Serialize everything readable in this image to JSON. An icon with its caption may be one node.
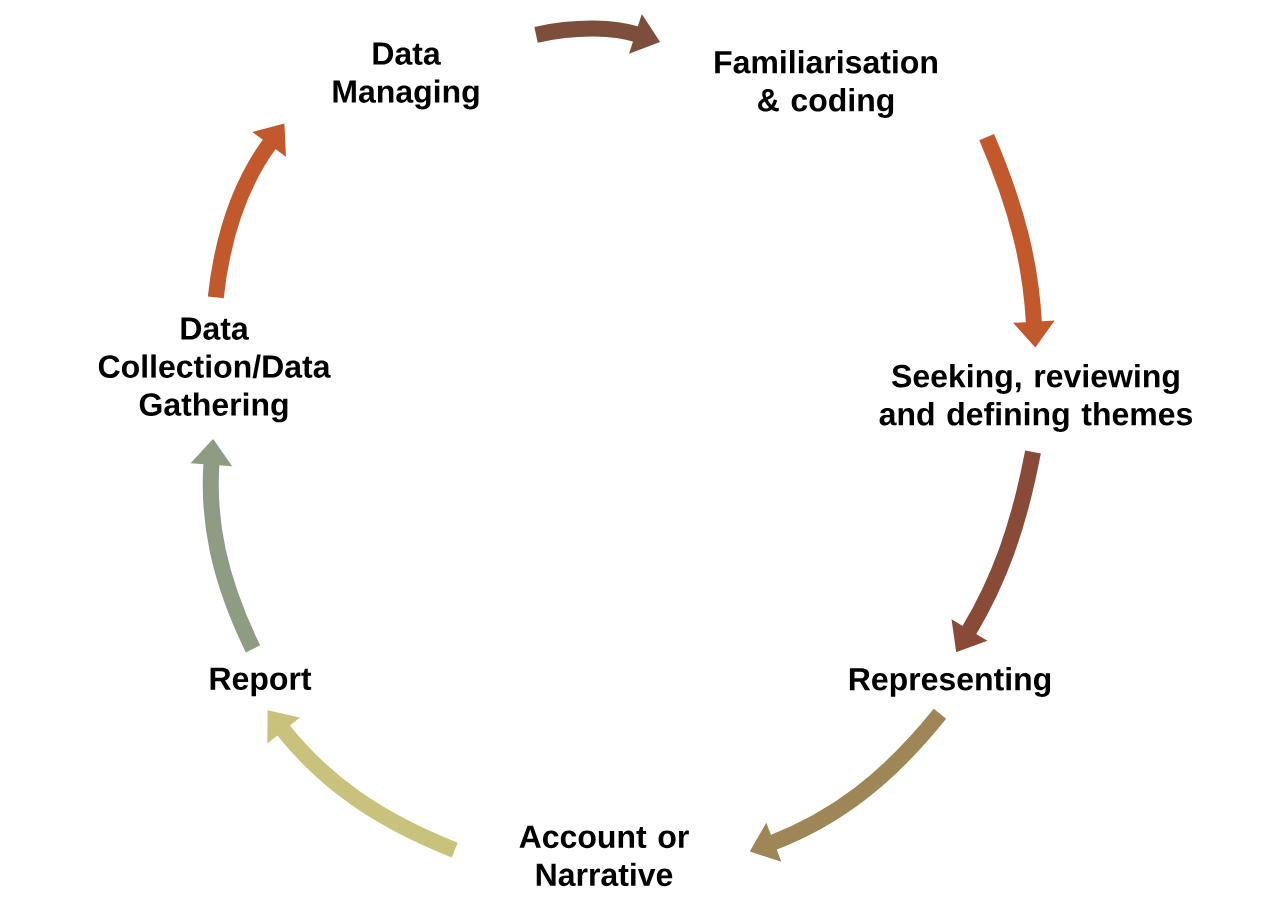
{
  "diagram": {
    "nodes": [
      {
        "text": [
          "Data Managing"
        ]
      },
      {
        "text": [
          "Familiarisation & coding"
        ]
      },
      {
        "text": [
          "Seeking, reviewing and defining themes"
        ]
      },
      {
        "text": [
          "Representing"
        ]
      },
      {
        "text": [
          "Account or Narrative"
        ]
      },
      {
        "text": [
          "Report"
        ]
      },
      {
        "text": [
          "Data Collection/Data Gathering"
        ]
      }
    ],
    "edges": [
      {
        "from": 0,
        "to": 1,
        "arrow": "to",
        "color": "#7e4e3c"
      },
      {
        "from": 1,
        "to": 2,
        "arrow": "to",
        "color": "#c2592c"
      },
      {
        "from": 2,
        "to": 3,
        "arrow": "to",
        "color": "#8a4a38"
      },
      {
        "from": 3,
        "to": 4,
        "arrow": "to",
        "color": "#9e8656"
      },
      {
        "from": 4,
        "to": 5,
        "arrow": "to",
        "color": "#c9c27c"
      },
      {
        "from": 5,
        "to": 6,
        "arrow": "to",
        "color": "#8e9c84"
      },
      {
        "from": 6,
        "to": 0,
        "arrow": "to",
        "color": "#c2592c"
      }
    ]
  }
}
